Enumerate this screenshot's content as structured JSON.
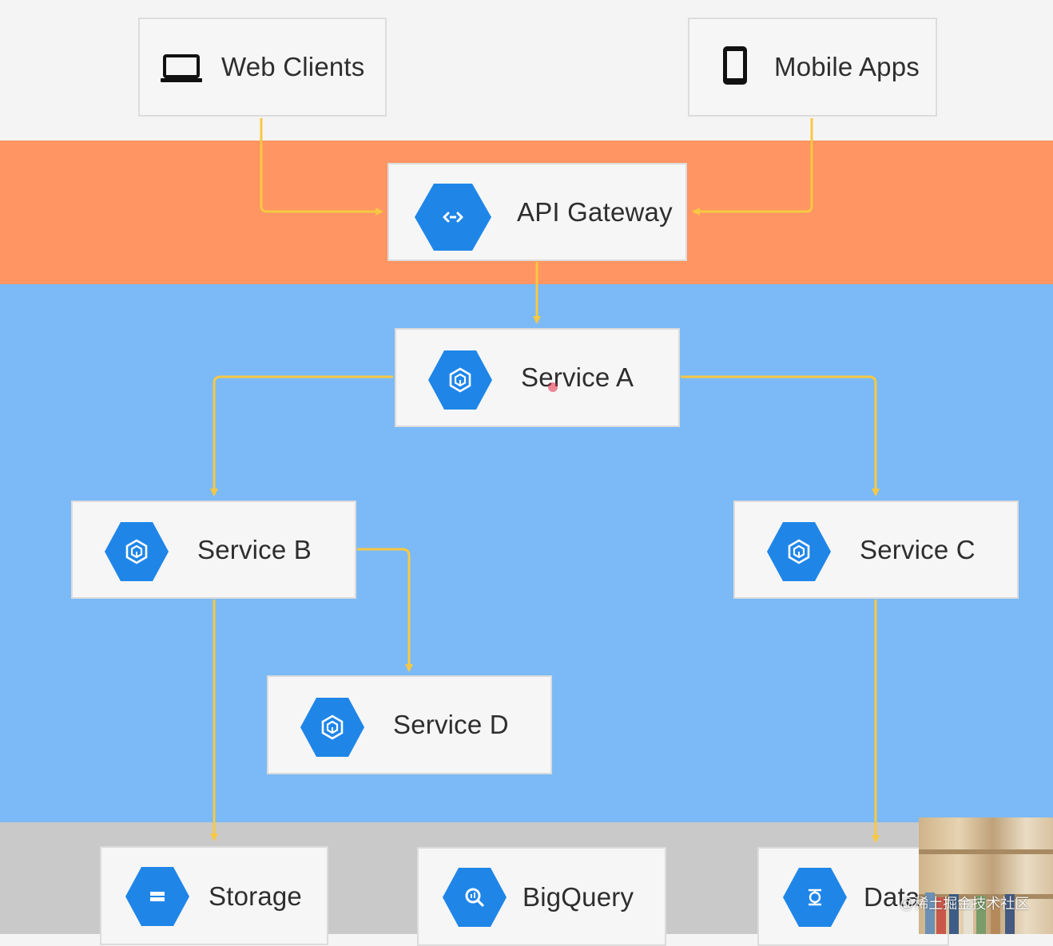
{
  "diagram": {
    "clients": [
      {
        "id": "web",
        "label": "Web Clients",
        "icon": "laptop-icon"
      },
      {
        "id": "mobile",
        "label": "Mobile Apps",
        "icon": "smartphone-icon"
      }
    ],
    "gateway": {
      "label": "API Gateway",
      "icon": "api-gateway-icon"
    },
    "services": [
      {
        "id": "a",
        "label": "Service A",
        "icon": "kubernetes-engine-icon"
      },
      {
        "id": "b",
        "label": "Service B",
        "icon": "kubernetes-engine-icon"
      },
      {
        "id": "c",
        "label": "Service C",
        "icon": "kubernetes-engine-icon"
      },
      {
        "id": "d",
        "label": "Service D",
        "icon": "kubernetes-engine-icon"
      }
    ],
    "data_stores": [
      {
        "id": "storage",
        "label": "Storage",
        "icon": "cloud-storage-icon"
      },
      {
        "id": "bigquery",
        "label": "BigQuery",
        "icon": "bigquery-icon"
      },
      {
        "id": "datastore",
        "label": "Data",
        "icon": "datastore-icon"
      }
    ],
    "edges": [
      {
        "from": "web",
        "to": "gateway"
      },
      {
        "from": "mobile",
        "to": "gateway"
      },
      {
        "from": "gateway",
        "to": "a"
      },
      {
        "from": "a",
        "to": "b"
      },
      {
        "from": "a",
        "to": "c"
      },
      {
        "from": "b",
        "to": "d"
      },
      {
        "from": "b",
        "to": "storage"
      },
      {
        "from": "c",
        "to": "datastore"
      }
    ]
  },
  "colors": {
    "client_band": "#f4f4f4",
    "gateway_band": "#fe9562",
    "services_band": "#7bbaf6",
    "data_band": "#c9c9c9",
    "connector": "#f7c843",
    "icon_hex": "#1f86e8"
  },
  "watermark": "@稀土掘金技术社区"
}
